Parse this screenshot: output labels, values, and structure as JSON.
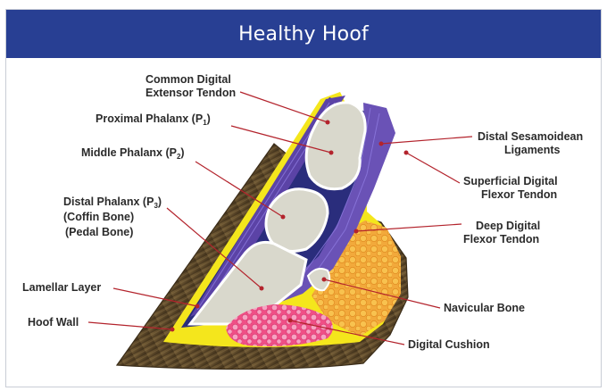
{
  "title": "Healthy Hoof",
  "labels": {
    "common_digital_extensor": [
      "Common Digital",
      "Extensor Tendon"
    ],
    "proximal_phalanx": {
      "text": "Proximal Phalanx (P",
      "sub": "1",
      "close": ")"
    },
    "middle_phalanx": {
      "text": "Middle Phalanx (P",
      "sub": "2",
      "close": ")"
    },
    "distal_phalanx": {
      "line1": "Distal Phalanx (P",
      "sub": "3",
      "close": ")",
      "line2": "(Coffin Bone)",
      "line3": "(Pedal Bone)"
    },
    "lamellar_layer": "Lamellar Layer",
    "hoof_wall": "Hoof Wall",
    "distal_sesamoidean": [
      "Distal Sesamoidean",
      "Ligaments"
    ],
    "superficial_digital_flexor": [
      "Superficial Digital",
      "Flexor Tendon"
    ],
    "deep_digital_flexor": [
      "Deep Digital",
      "Flexor Tendon"
    ],
    "navicular_bone": "Navicular Bone",
    "digital_cushion": "Digital Cushion"
  },
  "colors": {
    "title_bar": "#283f93",
    "hoof_wall": "#5e4a2c",
    "lamellar_layer": "#f4e61c",
    "tendon": "#5b43a6",
    "bone": "#d9d8cc",
    "deep_flexor_fat": "#f2a93b",
    "digital_cushion": "#ef4f86",
    "leader_lines": "#b3232c"
  }
}
